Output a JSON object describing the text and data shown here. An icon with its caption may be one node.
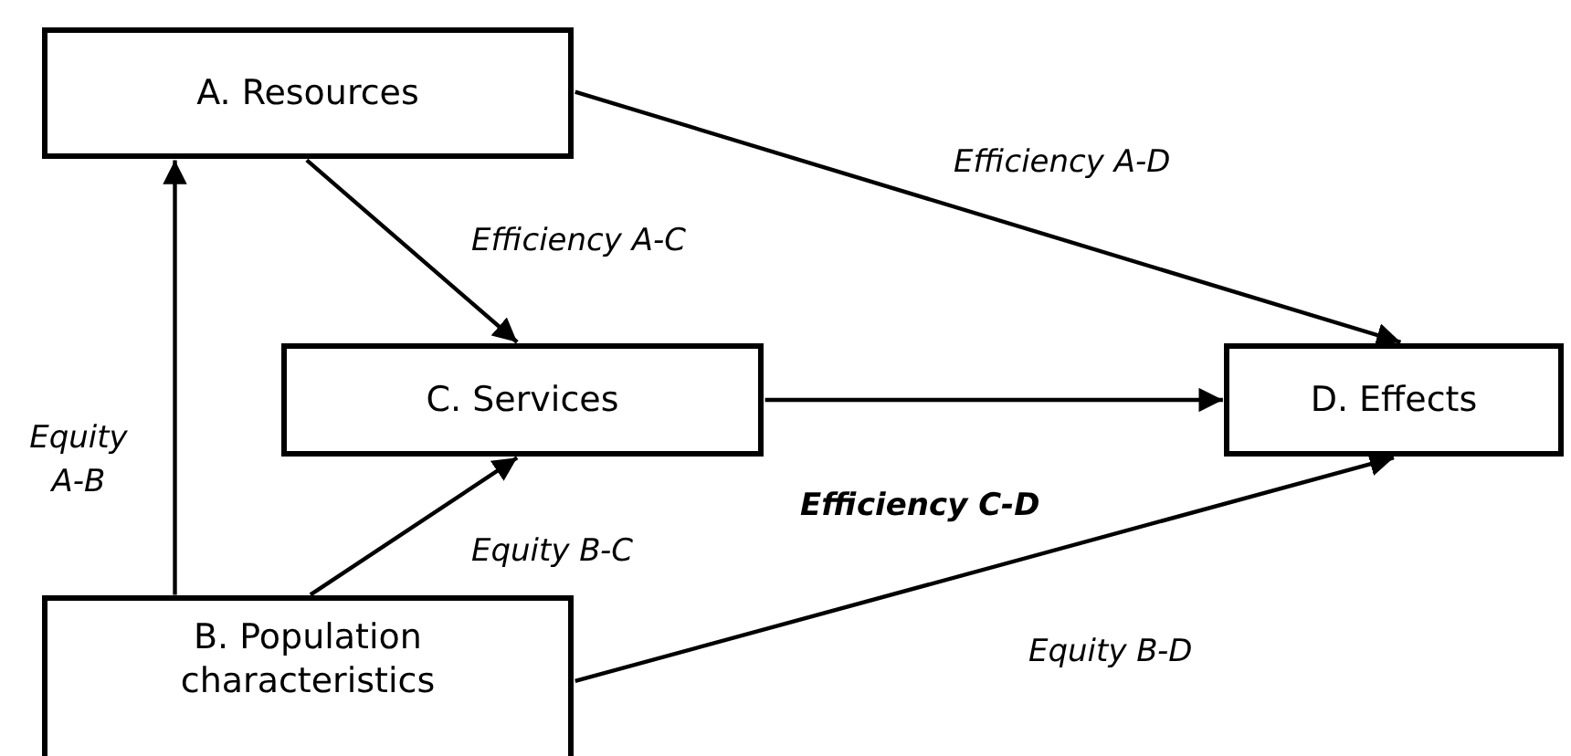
{
  "diagram": {
    "nodes": [
      {
        "text": [
          "A. Resources"
        ]
      },
      {
        "text": [
          "C. Services"
        ]
      },
      {
        "text": [
          "D. Effects"
        ]
      },
      {
        "text": [
          "B. Population characteristics"
        ]
      }
    ],
    "edges": [
      {
        "from": 0,
        "to": 1,
        "arrow": "to",
        "label": "Efficiency A-C"
      },
      {
        "from": 0,
        "to": 2,
        "arrow": "to",
        "label": "Efficiency A-D"
      },
      {
        "from": 3,
        "to": 0,
        "arrow": "to",
        "label": "Equity A-B"
      },
      {
        "from": 1,
        "to": 2,
        "arrow": "to",
        "label": "Efficiency C-D"
      },
      {
        "from": 3,
        "to": 1,
        "arrow": "to",
        "label": "Equity B-C"
      },
      {
        "from": 3,
        "to": 2,
        "arrow": "to",
        "label": "Equity B-D"
      }
    ]
  }
}
